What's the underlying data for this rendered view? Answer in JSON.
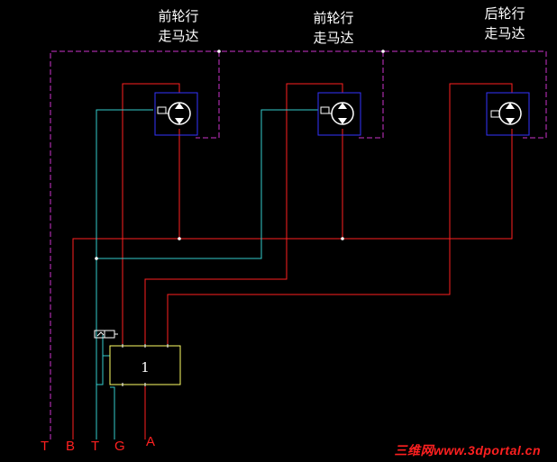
{
  "motors": [
    {
      "line1": "前轮行",
      "line2": "走马达"
    },
    {
      "line1": "前轮行",
      "line2": "走马达"
    },
    {
      "line1": "后轮行",
      "line2": "走马达"
    }
  ],
  "block_label": "1",
  "ports": [
    "T",
    "B",
    "T",
    "G",
    "A"
  ],
  "watermark": "三维网www.3dportal.cn",
  "colors": {
    "background": "#000000",
    "pressure_line": "#ff2020",
    "drain_line": "#cc33cc",
    "pilot_line": "#33cccc",
    "motor_box": "#3333ff",
    "block_box": "#ffff66",
    "label_text": "#ffffff"
  }
}
